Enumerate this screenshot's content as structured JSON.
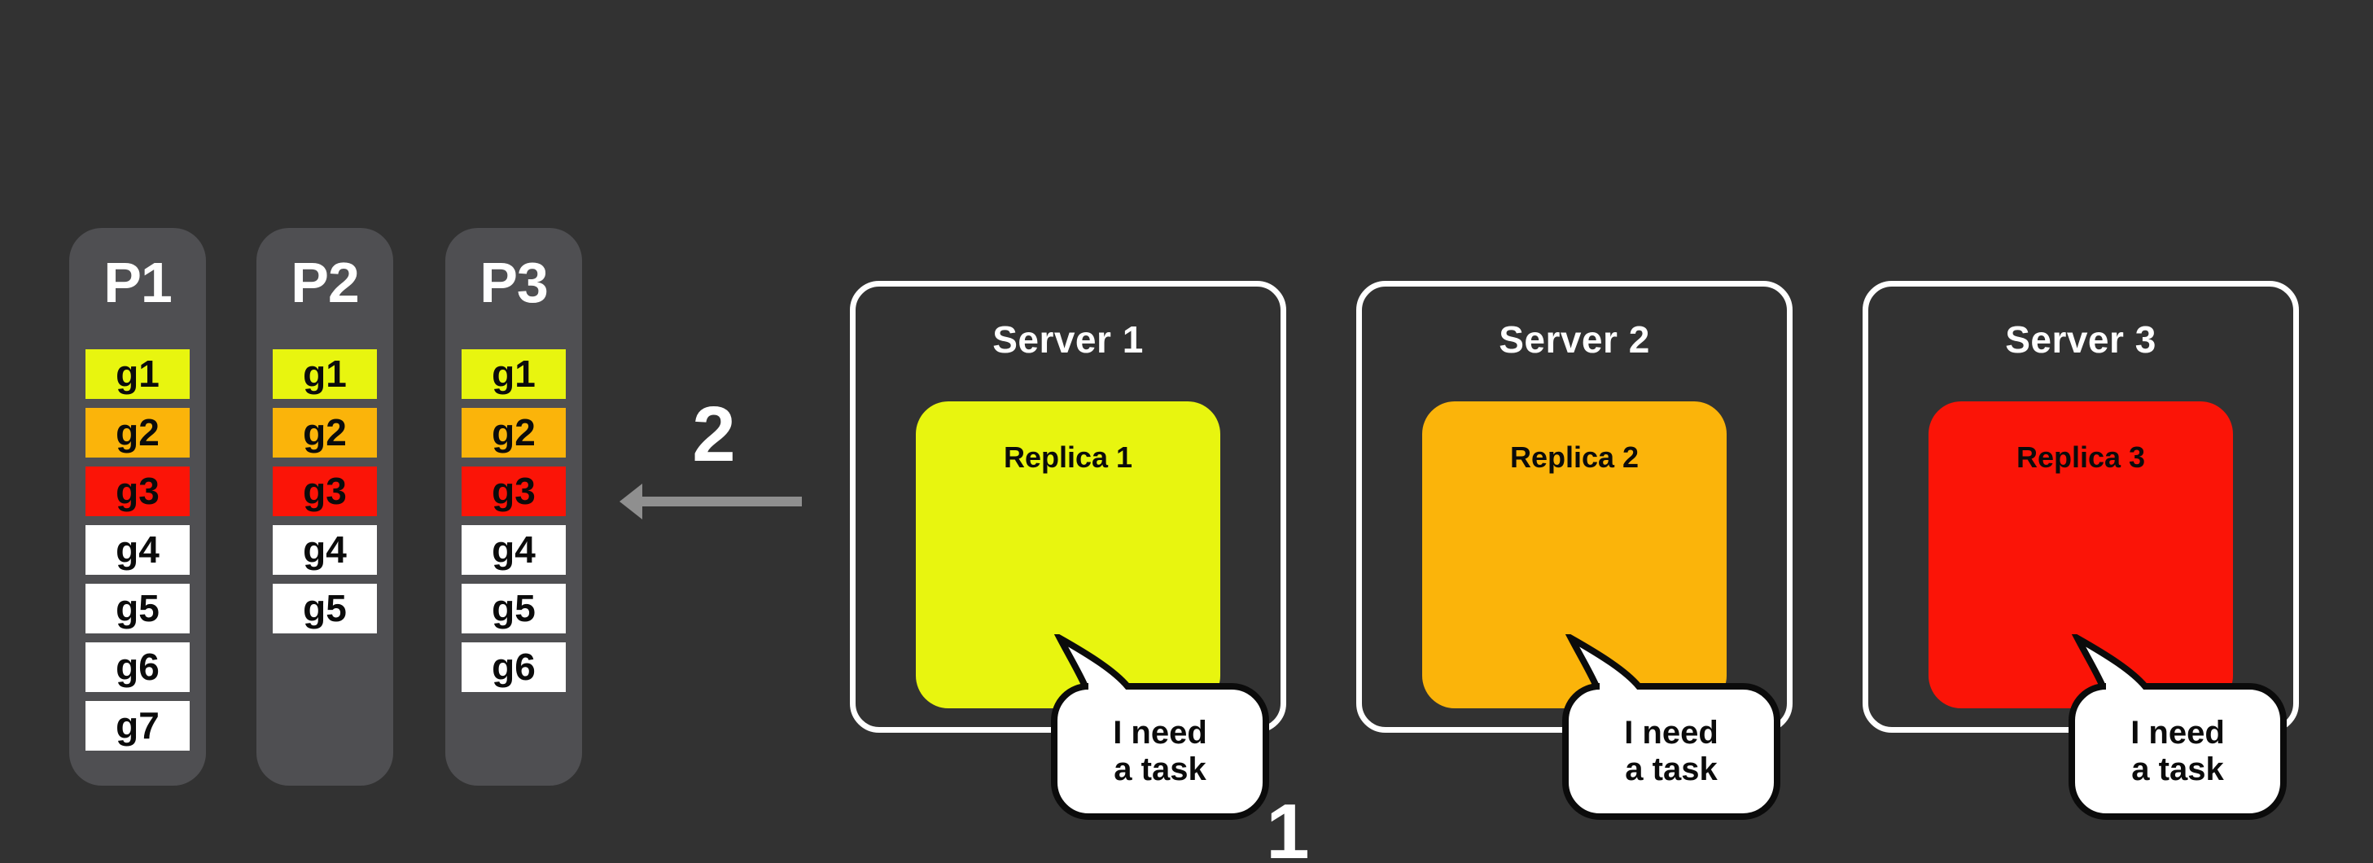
{
  "colors": {
    "background": "#323232",
    "panel": "#4f4f52",
    "yellow": "#e8f50f",
    "orange": "#fbb40a",
    "red": "#fb1407",
    "white": "#ffffff",
    "arrow": "#8f8f8f"
  },
  "partitions": [
    {
      "id": "P1",
      "tasks": [
        {
          "label": "g1",
          "color": "yellow"
        },
        {
          "label": "g2",
          "color": "orange"
        },
        {
          "label": "g3",
          "color": "red"
        },
        {
          "label": "g4",
          "color": "white"
        },
        {
          "label": "g5",
          "color": "white"
        },
        {
          "label": "g6",
          "color": "white"
        },
        {
          "label": "g7",
          "color": "white"
        }
      ]
    },
    {
      "id": "P2",
      "tasks": [
        {
          "label": "g1",
          "color": "yellow"
        },
        {
          "label": "g2",
          "color": "orange"
        },
        {
          "label": "g3",
          "color": "red"
        },
        {
          "label": "g4",
          "color": "white"
        },
        {
          "label": "g5",
          "color": "white"
        }
      ]
    },
    {
      "id": "P3",
      "tasks": [
        {
          "label": "g1",
          "color": "yellow"
        },
        {
          "label": "g2",
          "color": "orange"
        },
        {
          "label": "g3",
          "color": "red"
        },
        {
          "label": "g4",
          "color": "white"
        },
        {
          "label": "g5",
          "color": "white"
        },
        {
          "label": "g6",
          "color": "white"
        }
      ]
    }
  ],
  "servers": [
    {
      "title": "Server 1",
      "replica_label": "Replica 1",
      "replica_color": "yellow",
      "bubble_lines": [
        "I need",
        "a task"
      ]
    },
    {
      "title": "Server 2",
      "replica_label": "Replica 2",
      "replica_color": "orange",
      "bubble_lines": [
        "I need",
        "a task"
      ]
    },
    {
      "title": "Server 3",
      "replica_label": "Replica 3",
      "replica_color": "red",
      "bubble_lines": [
        "I need",
        "a task"
      ]
    }
  ],
  "annotations": {
    "step_assign_label": "2",
    "step_request_label": "1"
  }
}
